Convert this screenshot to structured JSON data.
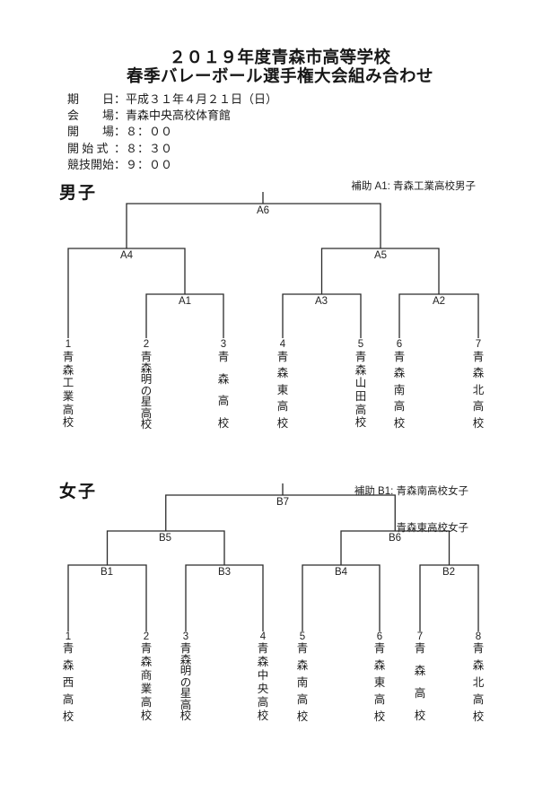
{
  "header": {
    "title_line1": "２０１９年度青森市高等学校",
    "title_line2": "春季バレーボール選手権大会組み合わせ",
    "info": [
      {
        "label": "期　　日",
        "value": "：平成３１年４月２１日（日）"
      },
      {
        "label": "会　　場",
        "value": "：青森中央高校体育館"
      },
      {
        "label": "開　　場",
        "value": "：８：００"
      },
      {
        "label": "開 始 式",
        "value": "：８：３０"
      },
      {
        "label": "競技開始",
        "value": "：９：００"
      }
    ]
  },
  "men": {
    "section_label": "男子",
    "note": "補助 A1: 青森工業高校男子",
    "match_labels": {
      "a1": "A1",
      "a2": "A2",
      "a3": "A3",
      "a4": "A4",
      "a5": "A5",
      "a6": "A6"
    },
    "teams": [
      {
        "seed": "1",
        "name": "青森工業高校"
      },
      {
        "seed": "2",
        "name": "青森明の星高校"
      },
      {
        "seed": "3",
        "name": "青森高校"
      },
      {
        "seed": "4",
        "name": "青森東高校"
      },
      {
        "seed": "5",
        "name": "青森山田高校"
      },
      {
        "seed": "6",
        "name": "青森南高校"
      },
      {
        "seed": "7",
        "name": "青森北高校"
      }
    ]
  },
  "women": {
    "section_label": "女子",
    "note_line1": "補助 B1: 青森南高校女子",
    "note_line2": "青森東高校女子",
    "match_labels": {
      "b1": "B1",
      "b2": "B2",
      "b3": "B3",
      "b4": "B4",
      "b5": "B5",
      "b6": "B6",
      "b7": "B7"
    },
    "teams": [
      {
        "seed": "1",
        "name": "青森西高校"
      },
      {
        "seed": "2",
        "name": "青森商業高校"
      },
      {
        "seed": "3",
        "name": "青森明の星高校"
      },
      {
        "seed": "4",
        "name": "青森中央高校"
      },
      {
        "seed": "5",
        "name": "青森南高校"
      },
      {
        "seed": "6",
        "name": "青森東高校"
      },
      {
        "seed": "7",
        "name": "青森高校"
      },
      {
        "seed": "8",
        "name": "青森北高校"
      }
    ]
  }
}
